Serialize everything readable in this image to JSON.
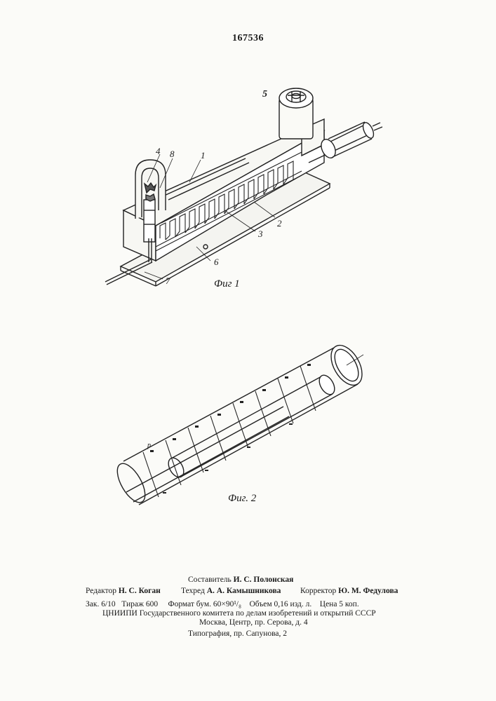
{
  "patent_number": "167536",
  "figures": [
    {
      "caption": "Фиг 1",
      "callouts": [
        "1",
        "2",
        "3",
        "4",
        "5",
        "6",
        "7",
        "8"
      ]
    },
    {
      "caption": "Фиг. 2",
      "callouts": [
        "p"
      ]
    }
  ],
  "imprint": {
    "compiler_label": "Составитель",
    "compiler_name": "И. С. Полонская",
    "editor_label": "Редактор",
    "editor_name": "Н. С. Коган",
    "techeditor_label": "Техред",
    "techeditor_name": "А. А. Камышникова",
    "corrector_label": "Корректор",
    "corrector_name": "Ю. М. Федулова",
    "order": "Зак. 6/10",
    "circulation": "Тираж 600",
    "format": "Формат бум. 60×90¹/₈",
    "volume": "Объем 0,16 изд. л.",
    "price": "Цена 5 коп.",
    "publisher": "ЦНИИПИ Государственного комитета по делам изобретений и открытий СССР",
    "address": "Москва, Центр, пр. Серова, д. 4",
    "printer": "Типография, пр. Сапунова, 2"
  }
}
